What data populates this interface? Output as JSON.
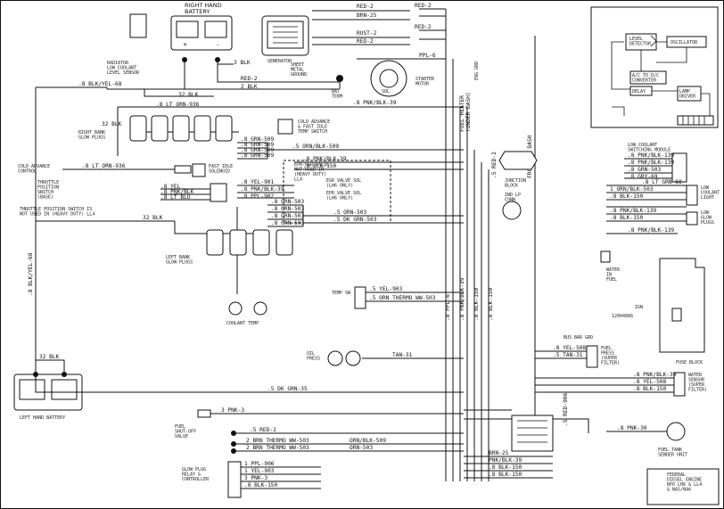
{
  "components": {
    "right_battery": "RIGHT HAND\nBATTERY",
    "left_battery": "LEFT HAND BATTERY",
    "radiator_sensor": "RADIATOR\nLOW COOLANT\nLEVEL SENSOR",
    "generator": "GENERATOR",
    "sheet_metal_ground": "SHEET\nMETAL\nGROUND",
    "starter_motor": "STARTER\nMOTOR",
    "bat_term": "BAT\nTERM",
    "sol": "SOL",
    "right_glow_plugs": "RIGHT BANK\nGLOW PLUGS",
    "left_glow_plugs": "LEFT BANK\nGLOW PLUGS",
    "cold_advance_switch": "COLD ADVANCE\n& FAST IDLE\nTEMP SWITCH",
    "cold_advance_control": "COLD ADVANCE\nCONTROL",
    "fast_idle_solenoid": "FAST IDLE\nSOLENOID",
    "throttle_switch": "THROTTLE\nPOSITION\nSWITCH\n(BASE)",
    "throttle_note": "THROTTLE POSITION SWITCH IS\nNOT USED IN (HEAVY DUTY) LL4",
    "epr_egr_valve": "EPR-EGR VALVE\nNOT USED IN\n(HEAVY DUTY)\nLL4",
    "egr_valve_sol": "EGR VALVE SOL\n(LH6 ONLY)",
    "epr_valve_sol": "EPR VALVE SOL\n(LH6 ONLY)",
    "coolant_temp": "COOLANT TEMP",
    "temp_sw": "TEMP SW",
    "oil_press": "OIL\nPRESS",
    "fuel_shutoff": "FUEL\nSHUT-OFF\nVALVE",
    "glow_plug_relay": "GLOW PLUG\nRELAY &\nCONTROLLER",
    "fuel_heater": "FUEL HEATER\n(UNDER DASH)",
    "junction_block": "JUNCTION\nBLOCK",
    "front_of_dash": "FRONT OF DASH",
    "ind_lp_conn": "IND LP\nCONN",
    "water_in_fuel": "WATER\nIN\nFUEL",
    "bus_bar_grd": "BUS BAR GRD",
    "fuse_block": "FUSE BLOCK",
    "ign": "IGN",
    "ign_part": "12004886",
    "fuel_press": "FUEL\nPRESS\n(SUPER\nFILTER)",
    "water_sensor": "WATER\nSENSOR\n(SUPER\nFILTER)",
    "fuel_tank_sender": "FUEL TANK\nSENDER UNIT",
    "low_coolant_module": "LOW COOLANT\nSWITCHING MODULE",
    "level_detector": "LEVEL\nDETECTOR",
    "oscillator": "OSCILLATOR",
    "ac_dc_converter": "A/C TO D/C\nCONVERTER",
    "delay": "DELAY",
    "lamp_driver": "LAMP\nDRIVER",
    "low_coolant_light": "LOW\nCOOLANT\nLIGHT",
    "low_glow_plugs": "LOW\nGLOW\nPLUGS",
    "eng_grd": "ENG GRD",
    "title_block": "FEDERAL\nDIESEL ENGINE\nRPO LH6 & LL4\n& NA5/NA6"
  },
  "wire_labels": {
    "red2_top": "RED-2",
    "brn25": "BRN-25",
    "rust2": "RUST-2",
    "red2_a": "RED-2",
    "red2_b": "RED-2",
    "red2_c": "RED-2",
    "ppl6": "PPL-6",
    "blk3": "3 BLK",
    "blk_yel_68": ".8 BLK/YEL-68",
    "blk32_a": "32 BLK",
    "red2_left": "RED-2",
    "blk2": "2 BLK",
    "lt_orn_936": ".8 LT ORN-936",
    "blk32_b": "32 BLK",
    "pnk_blk_39": ".8 PNK/BLK-39",
    "grn509_a": ".8 GRN-509",
    "grn509_b": ".8 GRN-509",
    "grn509_c": ".8 GRN-509",
    "grn509_d": ".8 GRN-509",
    "orn_blk_509": ".5 ORN/BLK-509",
    "pnk_blk_39_b": ".8 PNK/BLK-39",
    "blk150_a": ".8 BLK-150",
    "lt_orn_936_b": ".8 LT ORN-936",
    "yel": ".8 YEL",
    "pnk_blk": ".8 PNK/BLK",
    "lt_blu": ".8 LT BLU",
    "yel_901": ".8 YEL-901",
    "pnk_blk_39_c": ".8 PNK/BLK-39",
    "ppl_902": ".8 PPL-902",
    "grn503_a": ".8 GRN-503",
    "grn503_b": ".8 GRN-503",
    "grn503_c": ".8 GRN-503",
    "grn503_d": ".8 GRN-503",
    "orn503": ".5 ORN-503",
    "dkgrn503": ".5 DK GRN-503",
    "blk32_c": "32 BLK",
    "blk_yel_68_b": ".8 BLK/YEL-68",
    "yel903": ".5 YEL-903",
    "orn_thermo": ".5 ORN THERMO WW-503",
    "tan31": "TAN-31",
    "dk_grn_35": ".5 DK GRN-35",
    "blk32_d": "32 BLK",
    "pnk3": "3 PNK-3",
    "red2_fuel": ".5 RED-2",
    "brn_thermo_a": "2 BRN THERMO WW-503",
    "brn_thermo_b": "2 BRN THERMO WW-503",
    "orn_blk_509_b": "ORN/BLK-509",
    "orn_503_b": "ORN-503",
    "ppl906": "1 PPL-906",
    "yel903_b": "1 YEL-903",
    "pnk3_b": "3 PNK-3",
    "blk150_b": ".8 BLK-150",
    "brn25_b": "BRN-25",
    "pnk_blk_39_d": "PNK/BLK-39",
    "blk150_c": ".8 BLK-150",
    "blk150_d": ".8 BLK-150",
    "red906": ".5 RED-906",
    "pnk30": ".8 PNK-30",
    "yel508": ".8 YEL-508",
    "tan31_b": ".5 TAN-31",
    "pnk_blk_39_e": ".8 PNK/BLK-39",
    "yel508_b": ".8 YEL-508",
    "blk150_e": ".8 BLK-150",
    "pnk_blk_139_a": ".8 PNK/BLK-139",
    "pnk_blk_139_b": ".8 PNK/BLK-139",
    "grn503_e": ".8 GRN-503",
    "gry69": ".8 GRY-69",
    "lt_grn_68": ".8 LT GRN-68",
    "orn_blk_503": "1 ORN/BLK-503",
    "blk150_f": ".8 BLK-150",
    "pnk_blk_139_c": ".8 PNK/BLK-139",
    "blk150_g": ".8 BLK-150",
    "pnk_blk_139_d": ".8 PNK/BLK-139",
    "red2_vert": ".5 RED-2",
    "vert_a": ".8 PPL-6",
    "vert_b": ".8 PNK/BLK-39",
    "vert_c": ".8 BLK-150",
    "vert_d": ".8 BLK-150"
  }
}
